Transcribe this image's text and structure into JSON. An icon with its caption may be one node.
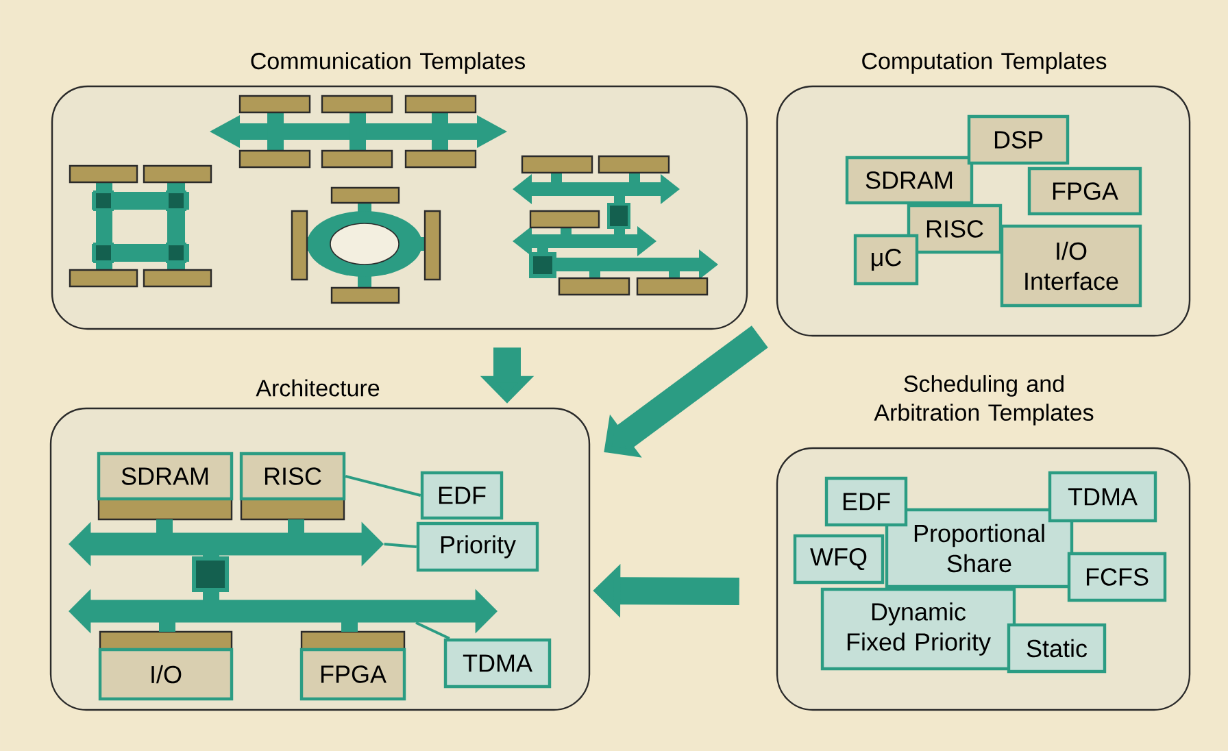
{
  "diagram": {
    "nodes": [
      {
        "text": [
          "Communication Templates"
        ]
      },
      {
        "text": [
          "Computation Templates"
        ]
      },
      {
        "text": [
          "DSP"
        ],
        "in": 1
      },
      {
        "text": [
          "SDRAM"
        ],
        "in": 1
      },
      {
        "text": [
          "FPGA"
        ],
        "in": 1
      },
      {
        "text": [
          "RISC"
        ],
        "in": 1
      },
      {
        "text": [
          "μC"
        ],
        "in": 1
      },
      {
        "text": [
          "I/O Interface"
        ],
        "in": 1
      },
      {
        "text": [
          "Architecture"
        ]
      },
      {
        "text": [
          "SDRAM"
        ],
        "in": 8
      },
      {
        "text": [
          "RISC"
        ],
        "in": 8
      },
      {
        "text": [
          "EDF"
        ],
        "in": 8
      },
      {
        "text": [
          "Priority"
        ],
        "in": 8
      },
      {
        "text": [
          "I/O"
        ],
        "in": 8
      },
      {
        "text": [
          "FPGA"
        ],
        "in": 8
      },
      {
        "text": [
          "TDMA"
        ],
        "in": 8
      },
      {
        "text": [],
        "shape": "arrow",
        "in": 8
      },
      {
        "text": [],
        "shape": "arrow",
        "in": 8
      },
      {
        "text": [
          "Scheduling and Arbitration Templates"
        ]
      },
      {
        "text": [
          "EDF"
        ],
        "in": 18
      },
      {
        "text": [
          "TDMA"
        ],
        "in": 18
      },
      {
        "text": [
          "Proportional Share"
        ],
        "in": 18
      },
      {
        "text": [
          "WFQ"
        ],
        "in": 18
      },
      {
        "text": [
          "FCFS"
        ],
        "in": 18
      },
      {
        "text": [
          "Dynamic Fixed Priority"
        ],
        "in": 18
      },
      {
        "text": [
          "Static"
        ],
        "in": 18
      }
    ],
    "edges": [
      {
        "from": 0,
        "to": 8,
        "arrow": "to",
        "style": "thick"
      },
      {
        "from": 1,
        "to": 8,
        "arrow": "to",
        "style": "thick"
      },
      {
        "from": 18,
        "to": 8,
        "arrow": "to",
        "style": "thick"
      },
      {
        "from": 10,
        "to": 11,
        "arrow": "none"
      },
      {
        "from": 12,
        "to": 16,
        "arrow": "none"
      },
      {
        "from": 15,
        "to": 17,
        "arrow": "none"
      }
    ]
  }
}
